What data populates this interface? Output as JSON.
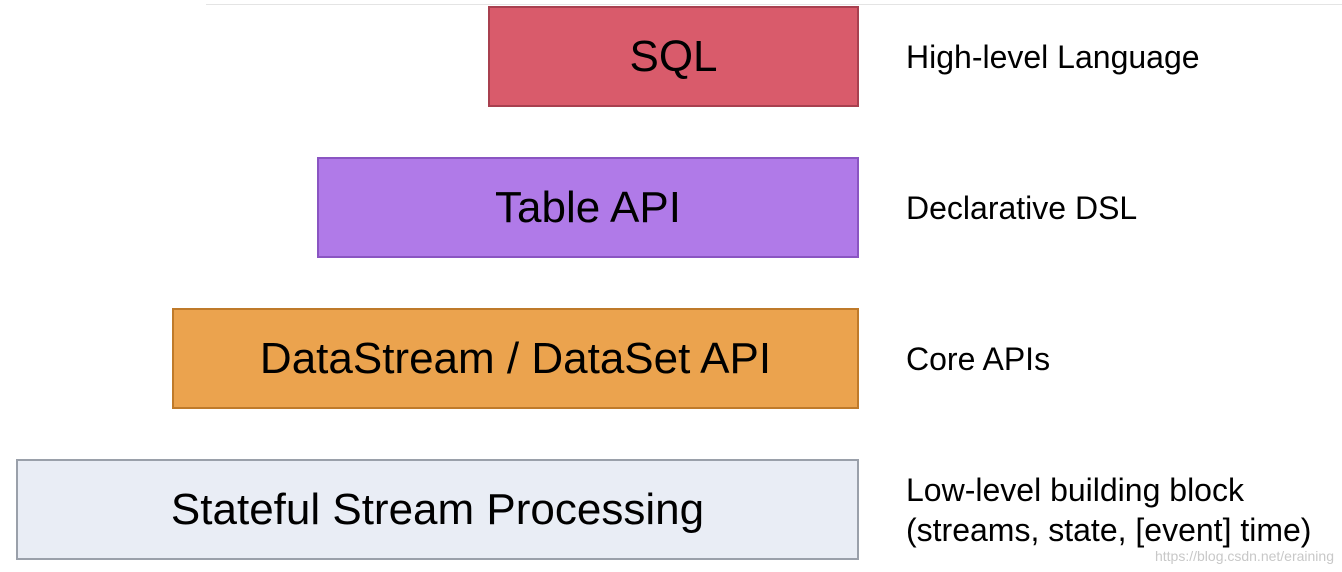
{
  "colors": {
    "sql_fill": "#d95b6b",
    "sql_border": "#a8404f",
    "table_fill": "#b07ae8",
    "table_border": "#8a55c2",
    "datastream_fill": "#eba34e",
    "datastream_border": "#bf7a2a",
    "stateful_fill": "#e9edf5",
    "stateful_border": "#9aa0aa"
  },
  "layers": [
    {
      "label": "SQL",
      "description": [
        "High-level Language"
      ]
    },
    {
      "label": "Table API",
      "description": [
        "Declarative DSL"
      ]
    },
    {
      "label": "DataStream / DataSet API",
      "description": [
        "Core APIs"
      ]
    },
    {
      "label": "Stateful Stream Processing",
      "description": [
        "Low-level building block",
        "(streams, state, [event] time)"
      ]
    }
  ],
  "watermark": "https://blog.csdn.net/eraining"
}
